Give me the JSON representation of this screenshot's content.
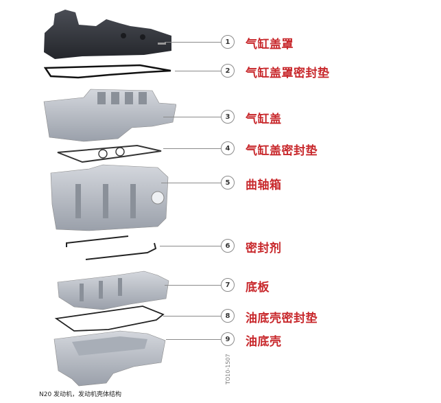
{
  "diagram": {
    "title_caption": "N20 发动机，发动机壳体结构",
    "figure_code": "TO10-1507",
    "colors": {
      "label": "#c8282c",
      "leader": "#8a8a8a",
      "part_dark": "#2e3036",
      "part_metal": "#b8bcc4"
    },
    "parts": [
      {
        "num": "1",
        "label": "气缸盖罩"
      },
      {
        "num": "2",
        "label": "气缸盖罩密封垫"
      },
      {
        "num": "3",
        "label": "气缸盖"
      },
      {
        "num": "4",
        "label": "气缸盖密封垫"
      },
      {
        "num": "5",
        "label": "曲轴箱"
      },
      {
        "num": "6",
        "label": "密封剂"
      },
      {
        "num": "7",
        "label": "底板"
      },
      {
        "num": "8",
        "label": "油底壳密封垫"
      },
      {
        "num": "9",
        "label": "油底壳"
      }
    ]
  }
}
